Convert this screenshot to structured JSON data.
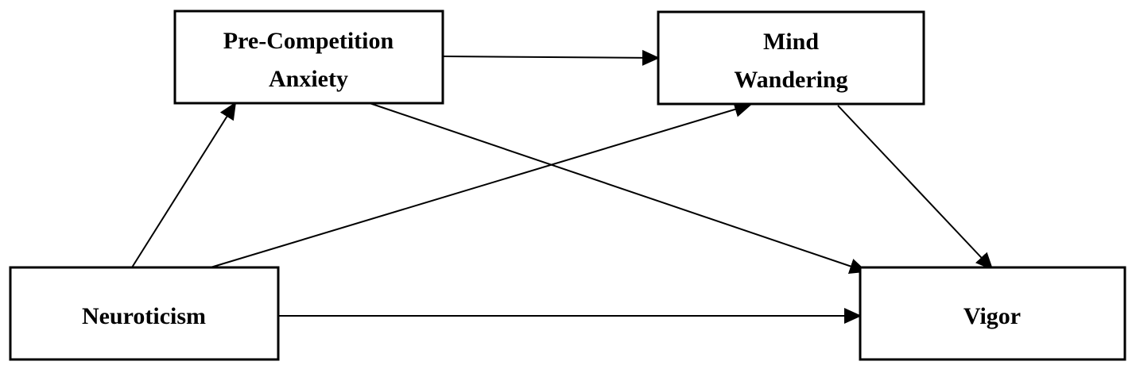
{
  "nodes": {
    "anxiety": {
      "lines": [
        "Pre-Competition",
        "Anxiety"
      ]
    },
    "mind": {
      "lines": [
        "Mind",
        "Wandering"
      ]
    },
    "neuroticism": {
      "lines": [
        "Neuroticism"
      ]
    },
    "vigor": {
      "lines": [
        "Vigor"
      ]
    }
  },
  "colors": {
    "stroke": "#000000",
    "background": "#ffffff"
  }
}
